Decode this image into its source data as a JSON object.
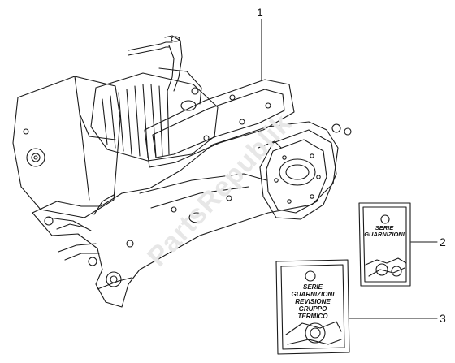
{
  "watermark": {
    "text": "PartsRepublik"
  },
  "callouts": [
    {
      "id": "1",
      "label": "1"
    },
    {
      "id": "2",
      "label": "2"
    },
    {
      "id": "3",
      "label": "3"
    }
  ],
  "cards": {
    "small": {
      "lines": [
        "SERIE",
        "GUARNIZIONI"
      ]
    },
    "large": {
      "lines": [
        "SERIE",
        "GUARNIZIONI",
        "REVISIONE",
        "GRUPPO",
        "TERMICO"
      ]
    }
  },
  "colors": {
    "line": "#1a1a1a",
    "watermark": "#e7e7e7",
    "background": "#ffffff"
  }
}
